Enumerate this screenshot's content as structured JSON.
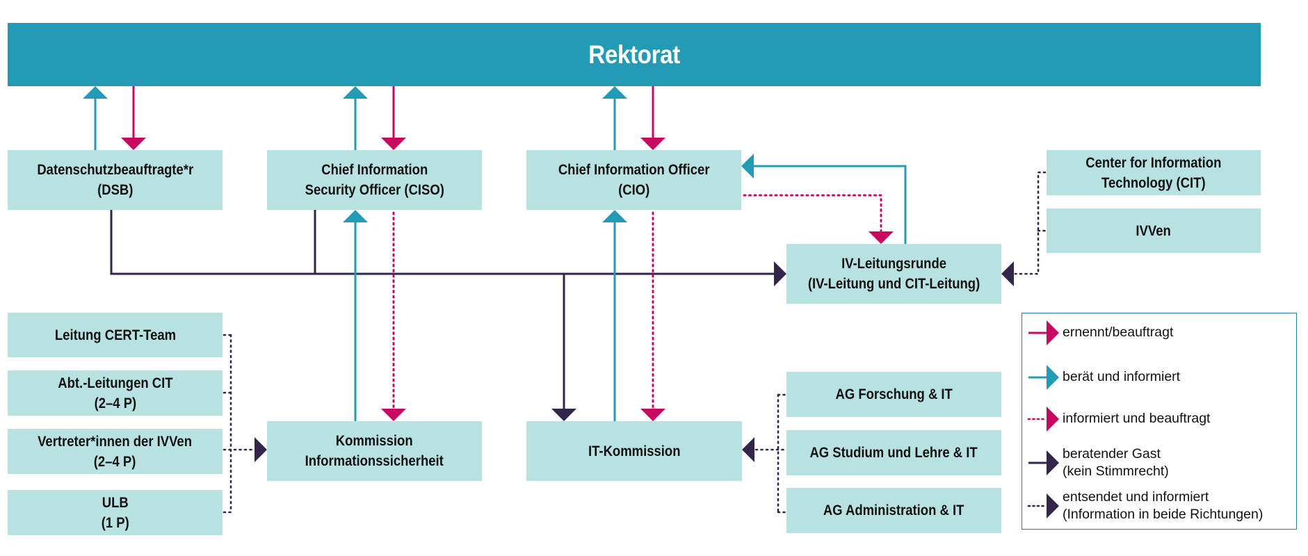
{
  "diagram": {
    "title": "Rektorat",
    "nodes": {
      "dsb": "Datenschutzbeauftragte*r\n(DSB)",
      "ciso": "Chief Information\nSecurity Officer (CISO)",
      "cio": "Chief Information Officer\n(CIO)",
      "cit": "Center for Information\nTechnology (CIT)",
      "ivven": "IVVen",
      "iv_leitungsrunde": "IV-Leitungsrunde\n(IV-Leitung und CIT-Leitung)",
      "cert": "Leitung CERT-Team",
      "abt": "Abt.-Leitungen CIT\n(2–4 P)",
      "vertreter": "Vertreter*innen der IVVen\n(2–4 P)",
      "ulb": "ULB\n(1 P)",
      "kommission_is": "Kommission\nInformationssicherheit",
      "it_kommission": "IT-Kommission",
      "ag_forschung": "AG Forschung & IT",
      "ag_studium": "AG Studium und Lehre & IT",
      "ag_admin": "AG Administration & IT"
    },
    "edges": [
      {
        "from": "dsb",
        "to": "rektorat",
        "type": "advises"
      },
      {
        "from": "rektorat",
        "to": "dsb",
        "type": "appoints"
      },
      {
        "from": "ciso",
        "to": "rektorat",
        "type": "advises"
      },
      {
        "from": "rektorat",
        "to": "ciso",
        "type": "appoints"
      },
      {
        "from": "cio",
        "to": "rektorat",
        "type": "advises"
      },
      {
        "from": "rektorat",
        "to": "cio",
        "type": "appoints"
      },
      {
        "from": "iv_leitungsrunde",
        "to": "cio",
        "type": "advises"
      },
      {
        "from": "cio",
        "to": "iv_leitungsrunde",
        "type": "informs_commissions"
      },
      {
        "from": "dsb",
        "to": "iv_leitungsrunde",
        "type": "guest"
      },
      {
        "from": "ciso",
        "to": "iv_leitungsrunde",
        "type": "guest"
      },
      {
        "from": "ciso",
        "to": "it_kommission",
        "type": "guest"
      },
      {
        "from": "kommission_is",
        "to": "ciso",
        "type": "advises"
      },
      {
        "from": "ciso",
        "to": "kommission_is",
        "type": "informs_commissions"
      },
      {
        "from": "it_kommission",
        "to": "cio",
        "type": "advises"
      },
      {
        "from": "cio",
        "to": "it_kommission",
        "type": "informs_commissions"
      },
      {
        "from": "cit",
        "to": "iv_leitungsrunde",
        "type": "delegates"
      },
      {
        "from": "ivven",
        "to": "iv_leitungsrunde",
        "type": "delegates"
      },
      {
        "from": "cert",
        "to": "kommission_is",
        "type": "delegates"
      },
      {
        "from": "abt",
        "to": "kommission_is",
        "type": "delegates"
      },
      {
        "from": "vertreter",
        "to": "kommission_is",
        "type": "delegates"
      },
      {
        "from": "ulb",
        "to": "kommission_is",
        "type": "delegates"
      },
      {
        "from": "ag_forschung",
        "to": "it_kommission",
        "type": "delegates"
      },
      {
        "from": "ag_studium",
        "to": "it_kommission",
        "type": "delegates"
      },
      {
        "from": "ag_admin",
        "to": "it_kommission",
        "type": "delegates"
      }
    ]
  },
  "legend": {
    "items": [
      {
        "label": "ernennt/beauftragt",
        "color": "#c8075f",
        "style": "solid"
      },
      {
        "label": "berät und informiert",
        "color": "#239bb5",
        "style": "solid"
      },
      {
        "label": "informiert und beauftragt",
        "color": "#c8075f",
        "style": "dotted"
      },
      {
        "label": "beratender Gast\n(kein Stimmrecht)",
        "color": "#34254a",
        "style": "solid"
      },
      {
        "label": "entsendet und informiert\n(Information in beide Richtungen)",
        "color": "#34254a",
        "style": "dotted"
      }
    ]
  },
  "colors": {
    "primary": "#239bb5",
    "box_fill": "#b8e2e2",
    "appoint": "#c8075f",
    "guest": "#34254a"
  }
}
